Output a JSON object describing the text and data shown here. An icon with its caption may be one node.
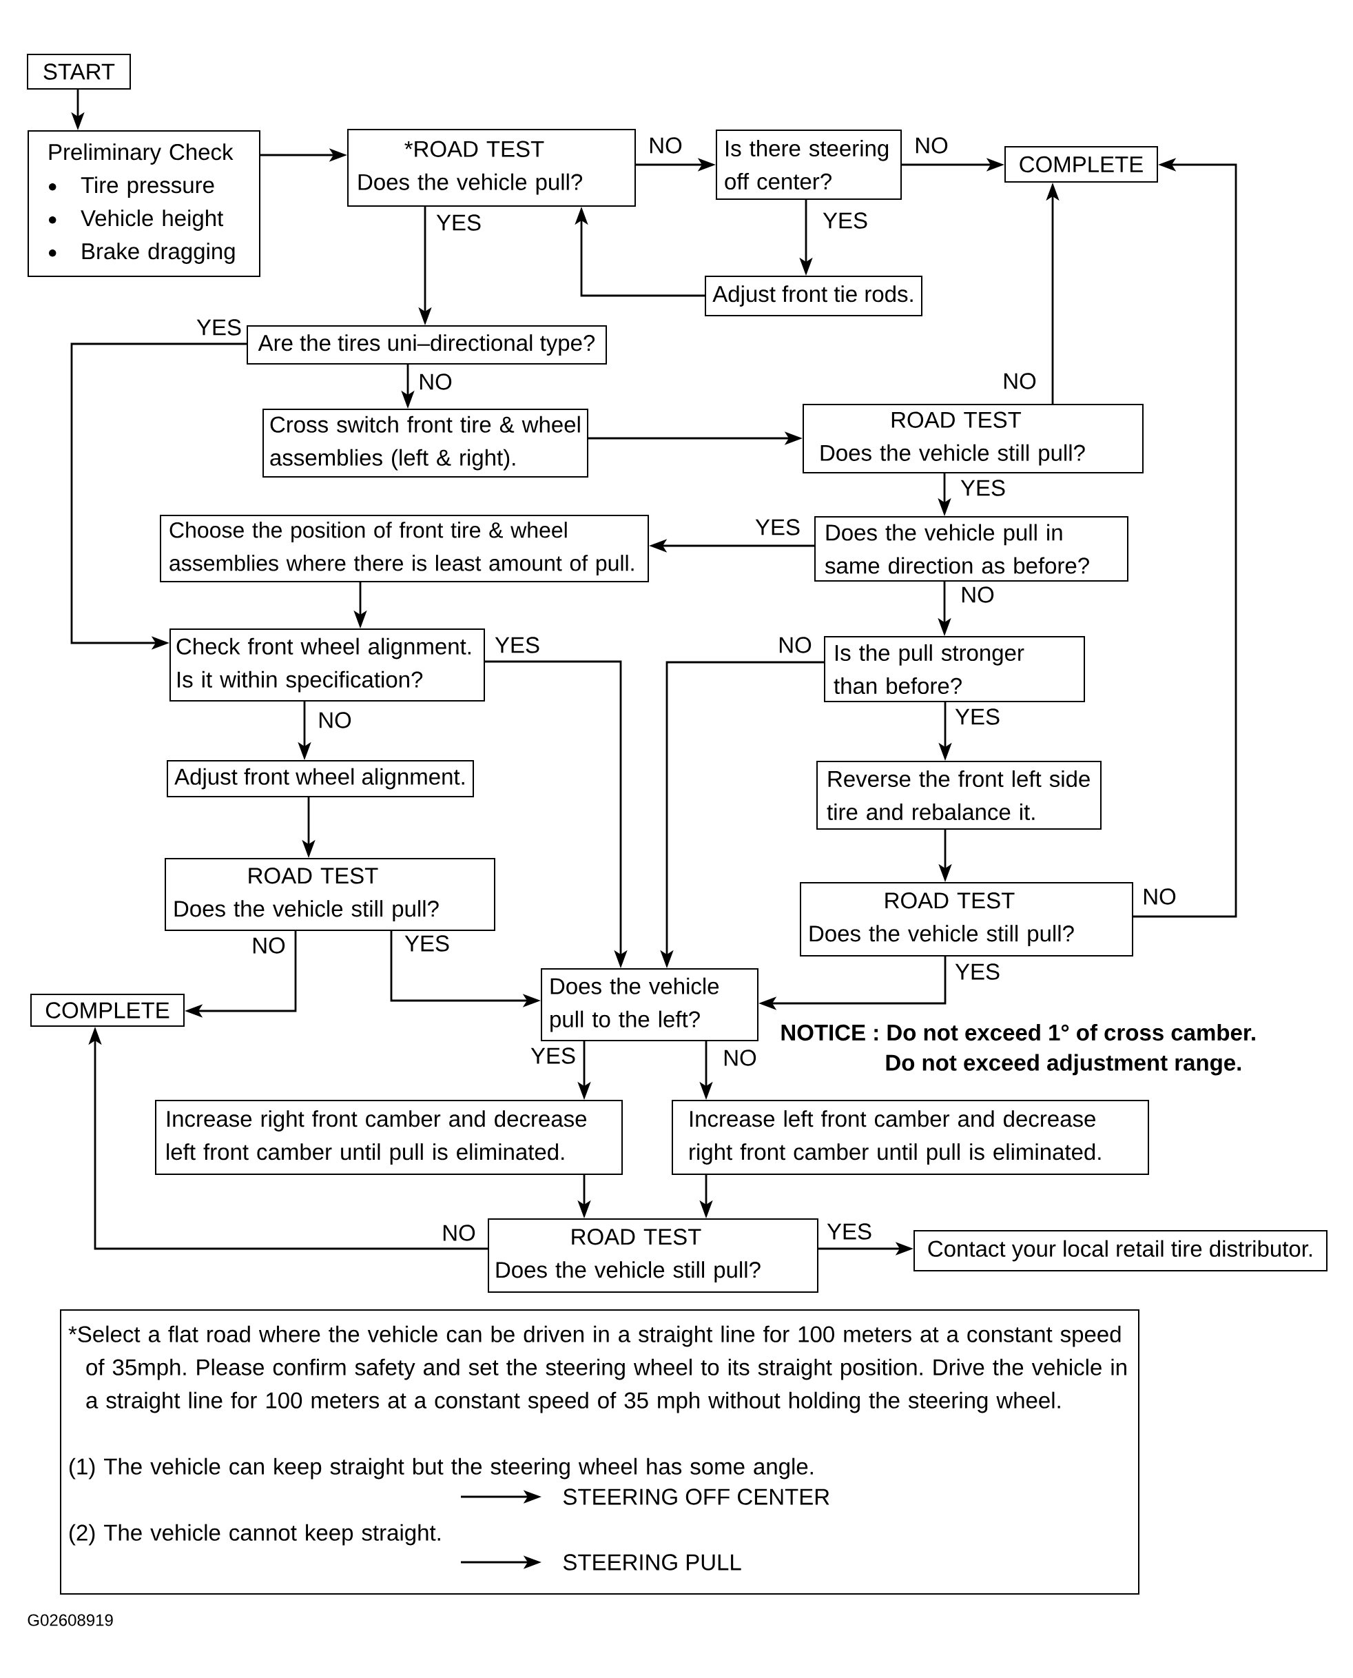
{
  "diagram": {
    "nodes": [
      {
        "text": [
          "START"
        ]
      },
      {
        "text": [
          "Preliminary Check",
          "Tire pressure",
          "Vehicle height",
          "Brake dragging"
        ]
      },
      {
        "text": [
          "*ROAD TEST",
          "Does the vehicle pull?"
        ]
      },
      {
        "text": [
          "Is there steering off center?"
        ]
      },
      {
        "text": [
          "COMPLETE"
        ]
      },
      {
        "text": [
          "Adjust front tie rods."
        ]
      },
      {
        "text": [
          "Are the tires uni–directional type?"
        ]
      },
      {
        "text": [
          "Cross switch front tire & wheel assemblies (left & right)."
        ]
      },
      {
        "text": [
          "ROAD TEST",
          "Does the vehicle still pull?"
        ]
      },
      {
        "text": [
          "Choose the position of front tire & wheel assemblies where there is least amount of pull."
        ]
      },
      {
        "text": [
          "Does the vehicle pull in same direction as before?"
        ]
      },
      {
        "text": [
          "Check front wheel alignment. Is it within specification?"
        ]
      },
      {
        "text": [
          "Is the pull stronger than before?"
        ]
      },
      {
        "text": [
          "Adjust front wheel alignment."
        ]
      },
      {
        "text": [
          "Reverse the front left side tire and rebalance it."
        ]
      },
      {
        "text": [
          "ROAD TEST",
          "Does the vehicle still pull?"
        ]
      },
      {
        "text": [
          "ROAD TEST",
          "Does the vehicle still pull?"
        ]
      },
      {
        "text": [
          "COMPLETE"
        ]
      },
      {
        "text": [
          "Does the vehicle pull to the left?"
        ]
      },
      {
        "text": [
          "Increase right front camber and decrease left front camber until pull is eliminated."
        ]
      },
      {
        "text": [
          "Increase left front camber and decrease right front camber until pull is eliminated."
        ]
      },
      {
        "text": [
          "ROAD TEST",
          "Does the vehicle still pull?"
        ]
      },
      {
        "text": [
          "Contact your local retail tire distributor."
        ]
      },
      {
        "text": [
          "*Select a flat road where the vehicle can be driven in a straight line for 100 meters at a constant speed of 35mph. Please confirm safety and set the steering wheel to its straight position. Drive the vehicle in a straight line for 100 meters at a constant speed of 35 mph without holding the steering wheel.",
          "(1) The vehicle can keep straight but the steering wheel has some angle.",
          "(2) The vehicle cannot keep straight."
        ]
      },
      {
        "text": [
          "STEERING OFF CENTER"
        ],
        "in": 23
      },
      {
        "text": [
          "STEERING PULL"
        ],
        "in": 23
      }
    ],
    "edges": [
      {
        "from": 0,
        "to": 1,
        "arrow": "to"
      },
      {
        "from": 1,
        "to": 2,
        "arrow": "to"
      },
      {
        "from": 2,
        "to": 3,
        "arrow": "to",
        "label": "NO"
      },
      {
        "from": 3,
        "to": 4,
        "arrow": "to",
        "label": "NO"
      },
      {
        "from": 3,
        "to": 5,
        "arrow": "to",
        "label": "YES"
      },
      {
        "from": 5,
        "to": 2,
        "arrow": "to"
      },
      {
        "from": 2,
        "to": 6,
        "arrow": "to",
        "label": "YES"
      },
      {
        "from": 6,
        "to": 11,
        "arrow": "to",
        "label": "YES"
      },
      {
        "from": 6,
        "to": 7,
        "arrow": "to",
        "label": "NO"
      },
      {
        "from": 7,
        "to": 8,
        "arrow": "to"
      },
      {
        "from": 8,
        "to": 4,
        "arrow": "to",
        "label": "NO"
      },
      {
        "from": 8,
        "to": 10,
        "arrow": "to",
        "label": "YES"
      },
      {
        "from": 10,
        "to": 9,
        "arrow": "to",
        "label": "YES"
      },
      {
        "from": 10,
        "to": 12,
        "arrow": "to",
        "label": "NO"
      },
      {
        "from": 9,
        "to": 11,
        "arrow": "to"
      },
      {
        "from": 11,
        "to": 18,
        "arrow": "to",
        "label": "YES"
      },
      {
        "from": 11,
        "to": 13,
        "arrow": "to",
        "label": "NO"
      },
      {
        "from": 12,
        "to": 18,
        "arrow": "to",
        "label": "NO"
      },
      {
        "from": 12,
        "to": 14,
        "arrow": "to",
        "label": "YES"
      },
      {
        "from": 13,
        "to": 15,
        "arrow": "to"
      },
      {
        "from": 14,
        "to": 16,
        "arrow": "to"
      },
      {
        "from": 16,
        "to": 4,
        "arrow": "to",
        "label": "NO"
      },
      {
        "from": 16,
        "to": 18,
        "arrow": "to",
        "label": "YES"
      },
      {
        "from": 15,
        "to": 17,
        "arrow": "to",
        "label": "NO"
      },
      {
        "from": 15,
        "to": 18,
        "arrow": "to",
        "label": "YES"
      },
      {
        "from": 18,
        "to": 19,
        "arrow": "to",
        "label": "YES"
      },
      {
        "from": 18,
        "to": 20,
        "arrow": "to",
        "label": "NO"
      },
      {
        "from": 19,
        "to": 21,
        "arrow": "to"
      },
      {
        "from": 20,
        "to": 21,
        "arrow": "to"
      },
      {
        "from": 21,
        "to": 17,
        "arrow": "to",
        "label": "NO"
      },
      {
        "from": 21,
        "to": 22,
        "arrow": "to",
        "label": "YES"
      },
      {
        "from": null,
        "to": 24,
        "arrow": "to"
      },
      {
        "from": null,
        "to": 25,
        "arrow": "to"
      }
    ],
    "labels": [
      "NOTICE : Do not exceed 1° of cross camber.",
      "Do not exceed adjustment range.",
      "G02608919"
    ]
  }
}
